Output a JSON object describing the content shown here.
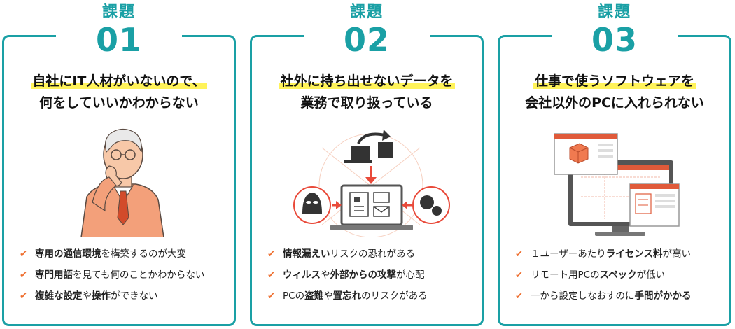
{
  "cards": [
    {
      "label": "課題",
      "num": "01",
      "title_line1": "自社にIT人材がいないので、",
      "title_line2": "何をしていいかわからない",
      "items": [
        {
          "b1": "専用の通信環境",
          "t1": "を構築するのが大変",
          "b2": "",
          "t2": ""
        },
        {
          "b1": "専門用語",
          "t1": "を見ても何のことかわからない",
          "b2": "",
          "t2": ""
        },
        {
          "b1": "複雑な設定",
          "t1": "や",
          "b2": "操作",
          "t2": "ができない"
        }
      ]
    },
    {
      "label": "課題",
      "num": "02",
      "title_line1": "社外に持ち出せないデータを",
      "title_line2": "業務で取り扱っている",
      "items": [
        {
          "b1": "情報漏えい",
          "t1": "リスクの恐れがある",
          "b2": "",
          "t2": ""
        },
        {
          "b1": "ウィルス",
          "t1": "や",
          "b2": "外部からの攻撃",
          "t2": "が心配"
        },
        {
          "b1": "",
          "t1": "PCの",
          "b2": "盗難",
          "t2": "や"
        }
      ],
      "item3_b3": "置忘れ",
      "item3_t3": "のリスクがある"
    },
    {
      "label": "課題",
      "num": "03",
      "title_line1": "仕事で使うソフトウェアを",
      "title_line2": "会社以外のPCに入れられない",
      "items": [
        {
          "b1": "",
          "t1": "１ユーザーあたり",
          "b2": "ライセンス料",
          "t2": "が高い"
        },
        {
          "b1": "",
          "t1": "リモート用PCの",
          "b2": "スペック",
          "t2": "が低い"
        },
        {
          "b1": "",
          "t1": "一から設定しなおすのに",
          "b2": "手間がかかる",
          "t2": ""
        }
      ]
    }
  ],
  "colors": {
    "teal": "#1aa0a5",
    "orange": "#ee6d2d",
    "highlight": "#fff35a"
  },
  "icons": {
    "check": "✔"
  }
}
